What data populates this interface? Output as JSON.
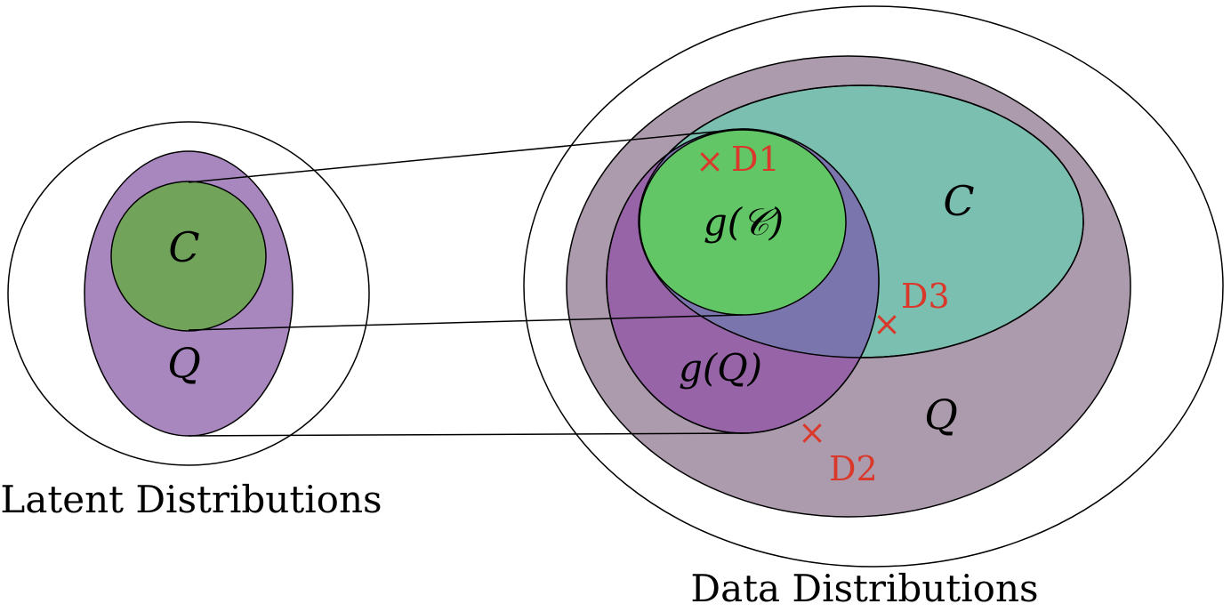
{
  "colors": {
    "latent_q_fill": "#a887bf",
    "latent_c_fill": "#71a35b",
    "data_q_fill": "#ab9bac",
    "data_c_fill": "#7bbfb1",
    "data_gq_fill": "#9764a8",
    "data_gc_fill": "#62c667",
    "overlap_fill": "#7b75ae",
    "marker": "#d9382b",
    "stroke": "#000000"
  },
  "latent": {
    "caption": "Latent Distributions",
    "c_label": "C",
    "q_label": "Q"
  },
  "data": {
    "caption": "Data Distributions",
    "c_label": "C",
    "q_label": "Q",
    "gc_label": "g(𝒞)",
    "gq_label": "g(Q)"
  },
  "markers": {
    "symbol": "×",
    "d1": "D1",
    "d2": "D2",
    "d3": "D3"
  }
}
